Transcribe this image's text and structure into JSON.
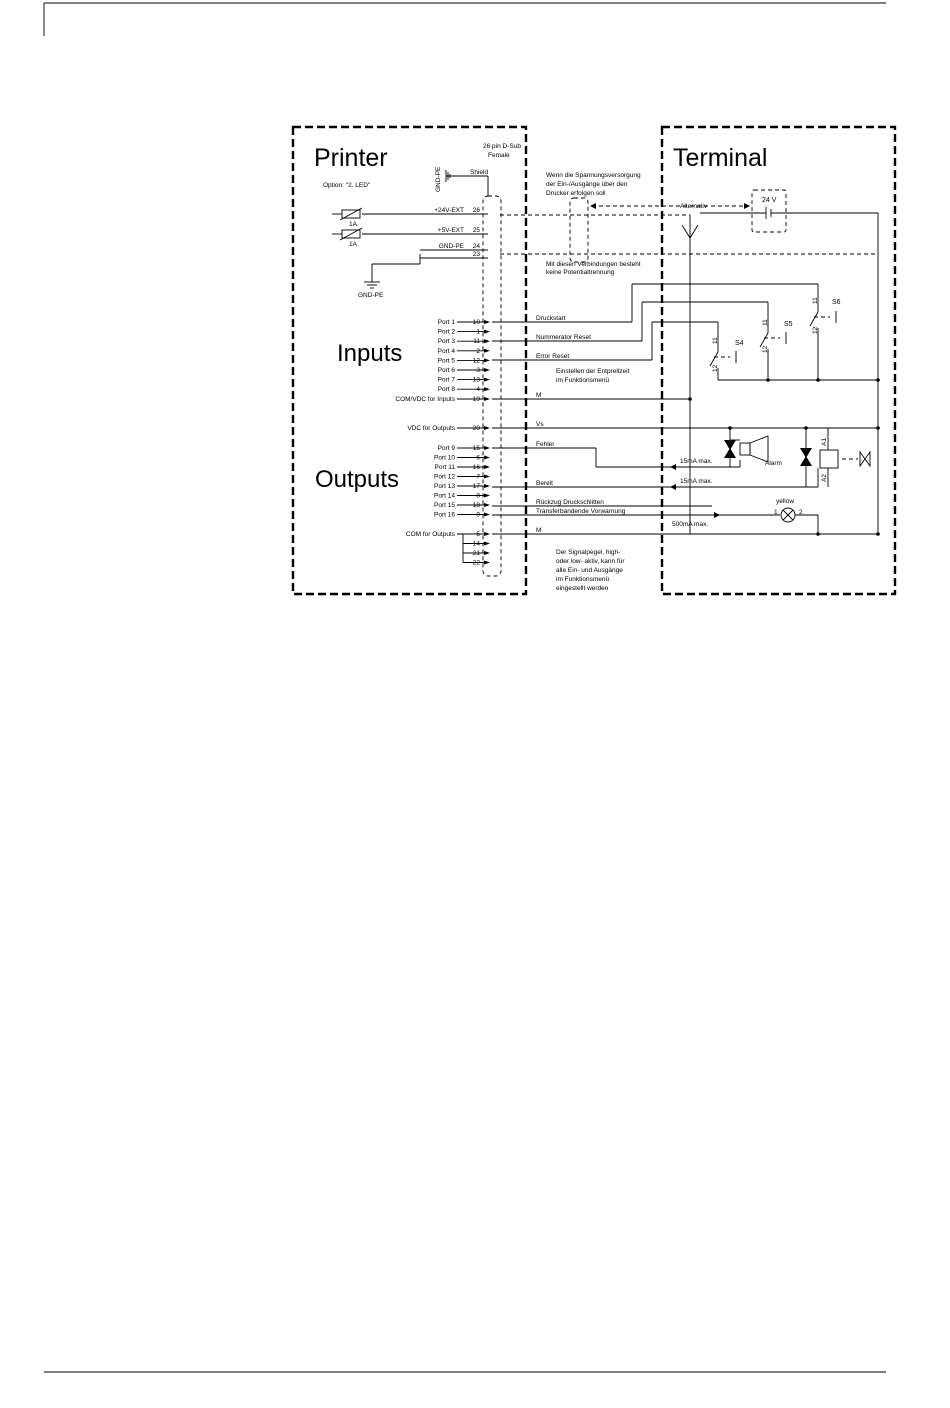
{
  "blocks": {
    "printer": "Printer",
    "terminal": "Terminal",
    "inputs": "Inputs",
    "outputs": "Outputs"
  },
  "connector": {
    "line1": "26 pin D-Sub",
    "line2": "Female"
  },
  "option": "Option: \"2. LED\"",
  "gnd_pe": "GND-PE",
  "shield": "Shield",
  "power_lines": [
    {
      "label": "+24V-EXT",
      "pin": "26"
    },
    {
      "label": "+5V-EXT",
      "pin": "25"
    },
    {
      "label": "GND-PE",
      "pin": "24"
    },
    {
      "label": "",
      "pin": "23"
    }
  ],
  "fuse_rating": "1A",
  "input_ports": [
    {
      "label": "Port 1",
      "pin": "10"
    },
    {
      "label": "Port 2",
      "pin": "1"
    },
    {
      "label": "Port 3",
      "pin": "11"
    },
    {
      "label": "Port 4",
      "pin": "2"
    },
    {
      "label": "Port 5",
      "pin": "12"
    },
    {
      "label": "Port 6",
      "pin": "3"
    },
    {
      "label": "Port 7",
      "pin": "13"
    },
    {
      "label": "Port 8",
      "pin": "4"
    },
    {
      "label": "COM/VDC for Inputs",
      "pin": "19"
    }
  ],
  "output_ports": [
    {
      "label": "VDC for Outputs",
      "pin": "20"
    },
    {
      "label": "Port 9",
      "pin": "15"
    },
    {
      "label": "Port 10",
      "pin": "6"
    },
    {
      "label": "Port 11",
      "pin": "16"
    },
    {
      "label": "Port 12",
      "pin": "7"
    },
    {
      "label": "Port 13",
      "pin": "17"
    },
    {
      "label": "Port 14",
      "pin": "8"
    },
    {
      "label": "Port 15",
      "pin": "18"
    },
    {
      "label": "Port 16",
      "pin": "9"
    },
    {
      "label": "COM for Outputs",
      "pin": "5"
    },
    {
      "label": "",
      "pin": "14"
    },
    {
      "label": "",
      "pin": "21"
    },
    {
      "label": "",
      "pin": "22"
    }
  ],
  "signals": {
    "druckstart": "Druckstart",
    "nummerator_reset": "Nummerator Reset",
    "error_reset": "Error Reset",
    "m_in": "M",
    "vs": "Vs",
    "fehler": "Fehler",
    "bereit": "Bereit",
    "rueckzug": "Rückzug Druckschlitten",
    "transferband": "Transferbandende Vorwarnung",
    "m_out": "M"
  },
  "notes": {
    "power_note": [
      "Wenn die Spannungsversorgung",
      "der Ein-/Ausgänge über den",
      "Drucker erfolgen soll"
    ],
    "isolation_note": [
      "Mit diesen Verbindungen besteht",
      "keine Potentialtrennung"
    ],
    "debounce_note": [
      "Einstellen der Entprellzeit",
      "im Funktionsmenü"
    ],
    "level_note": [
      "Der Signalpegel, high-",
      "oder low- aktiv, kann für",
      "alle Ein- und Ausgänge",
      "im Funktionsmenü",
      "eingestellt werden"
    ]
  },
  "terminal": {
    "alternativ": "Alternativ",
    "supply": "24 V",
    "switches": [
      "S4",
      "S5",
      "S6"
    ],
    "contact_a": "11",
    "contact_b": "12",
    "alarm": "Alarm",
    "max_15": "15mA max.",
    "max_500": "500mA max.",
    "yellow": "yellow",
    "lamp_pins": [
      "1",
      "2"
    ],
    "relay_pins": [
      "A1",
      "A2"
    ]
  }
}
